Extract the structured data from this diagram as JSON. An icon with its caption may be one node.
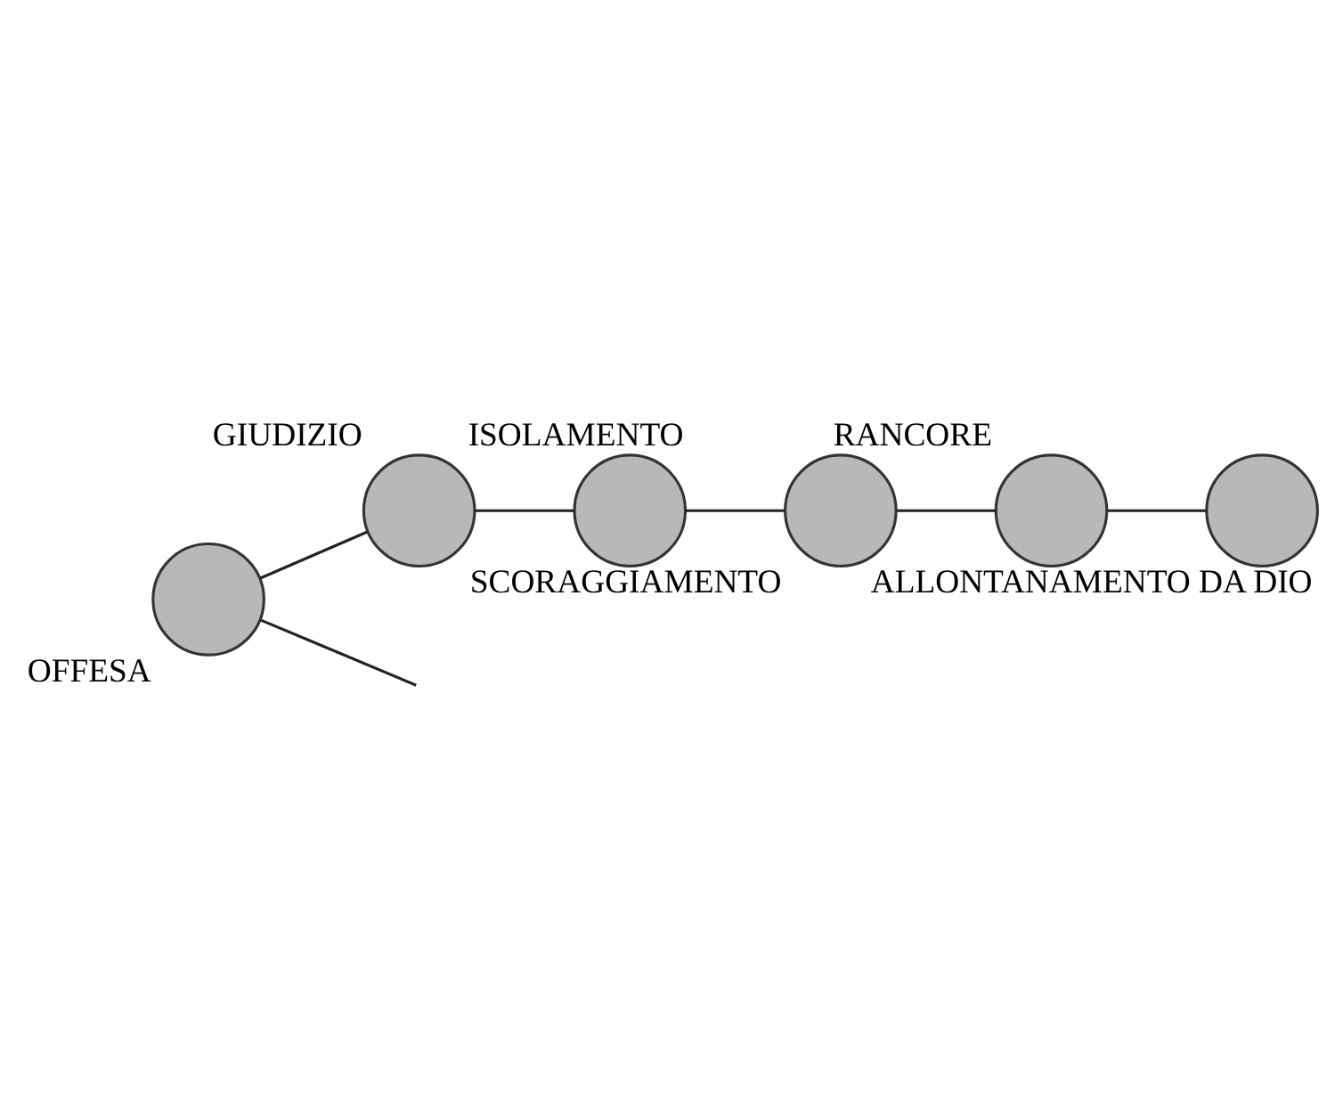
{
  "diagram": {
    "nodes": [
      {
        "text": [
          "SCORAGGIAMENTO"
        ]
      },
      {
        "text": [
          "GIUDIZIO"
        ]
      },
      {
        "text": [
          "ALLONTANAMENTO DA DIO"
        ]
      },
      {
        "text": [
          "ISOLAMENTO"
        ]
      },
      {
        "text": [
          "RANCORE"
        ]
      },
      {
        "text": [
          "OFFESA"
        ]
      }
    ],
    "edges": [
      {
        "from": 5,
        "to": null,
        "arrow": "none"
      },
      {
        "from": 5,
        "to": 1,
        "arrow": "none"
      },
      {
        "from": 1,
        "to": 3,
        "arrow": "none"
      },
      {
        "from": 3,
        "to": 0,
        "arrow": "none"
      },
      {
        "from": 0,
        "to": 4,
        "arrow": "none"
      },
      {
        "from": 4,
        "to": 2,
        "arrow": "none"
      }
    ]
  }
}
